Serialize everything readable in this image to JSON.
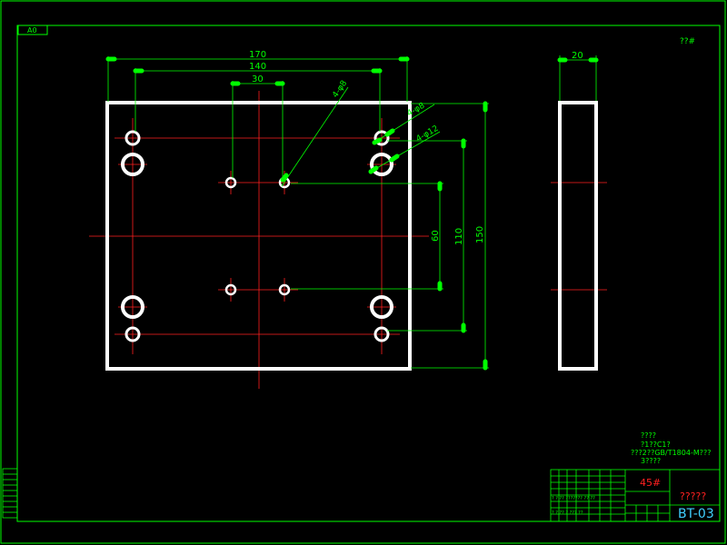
{
  "sheet": {
    "size_label": "A0",
    "top_right_mark": "??#"
  },
  "dimensions": {
    "d170": "170",
    "d140": "140",
    "d30": "30",
    "d20": "20",
    "d150": "150",
    "d110": "110",
    "d60": "60",
    "callout_4_phi8_a": "4-φ8",
    "callout_4_phi8_b": "4-φ8",
    "callout_4_phi12": "4-φ12"
  },
  "notes": {
    "line1": "????",
    "line2": "?1??C1?",
    "line3": "???2??GB/T1804-M???",
    "line4": "3????"
  },
  "title_block": {
    "material": "45#",
    "part_name": "?????",
    "drawing_no": "BT-03",
    "small_rows": [
      "? ? ?? ??????? ?? ??",
      "? ? ??  ?  ??? ??"
    ]
  }
}
